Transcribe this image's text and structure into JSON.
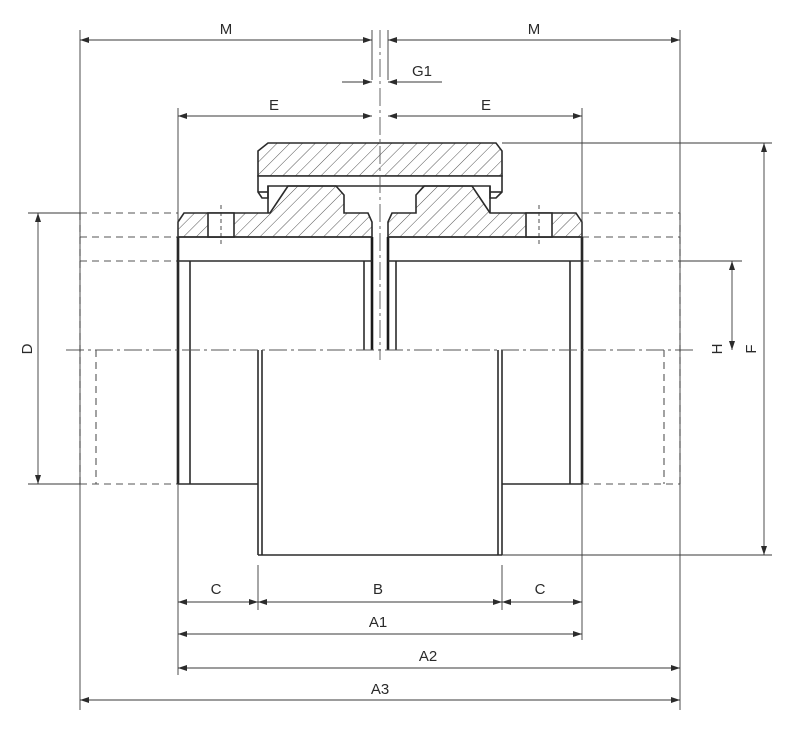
{
  "dimensions": {
    "M_left": "M",
    "M_right": "M",
    "G1": "G1",
    "E_left": "E",
    "E_right": "E",
    "D": "D",
    "H": "H",
    "F": "F",
    "C_left": "C",
    "B": "B",
    "C_right": "C",
    "A1": "A1",
    "A2": "A2",
    "A3": "A3"
  },
  "colors": {
    "line": "#2b2b2b",
    "hatch": "#555555",
    "background": "#ffffff"
  }
}
